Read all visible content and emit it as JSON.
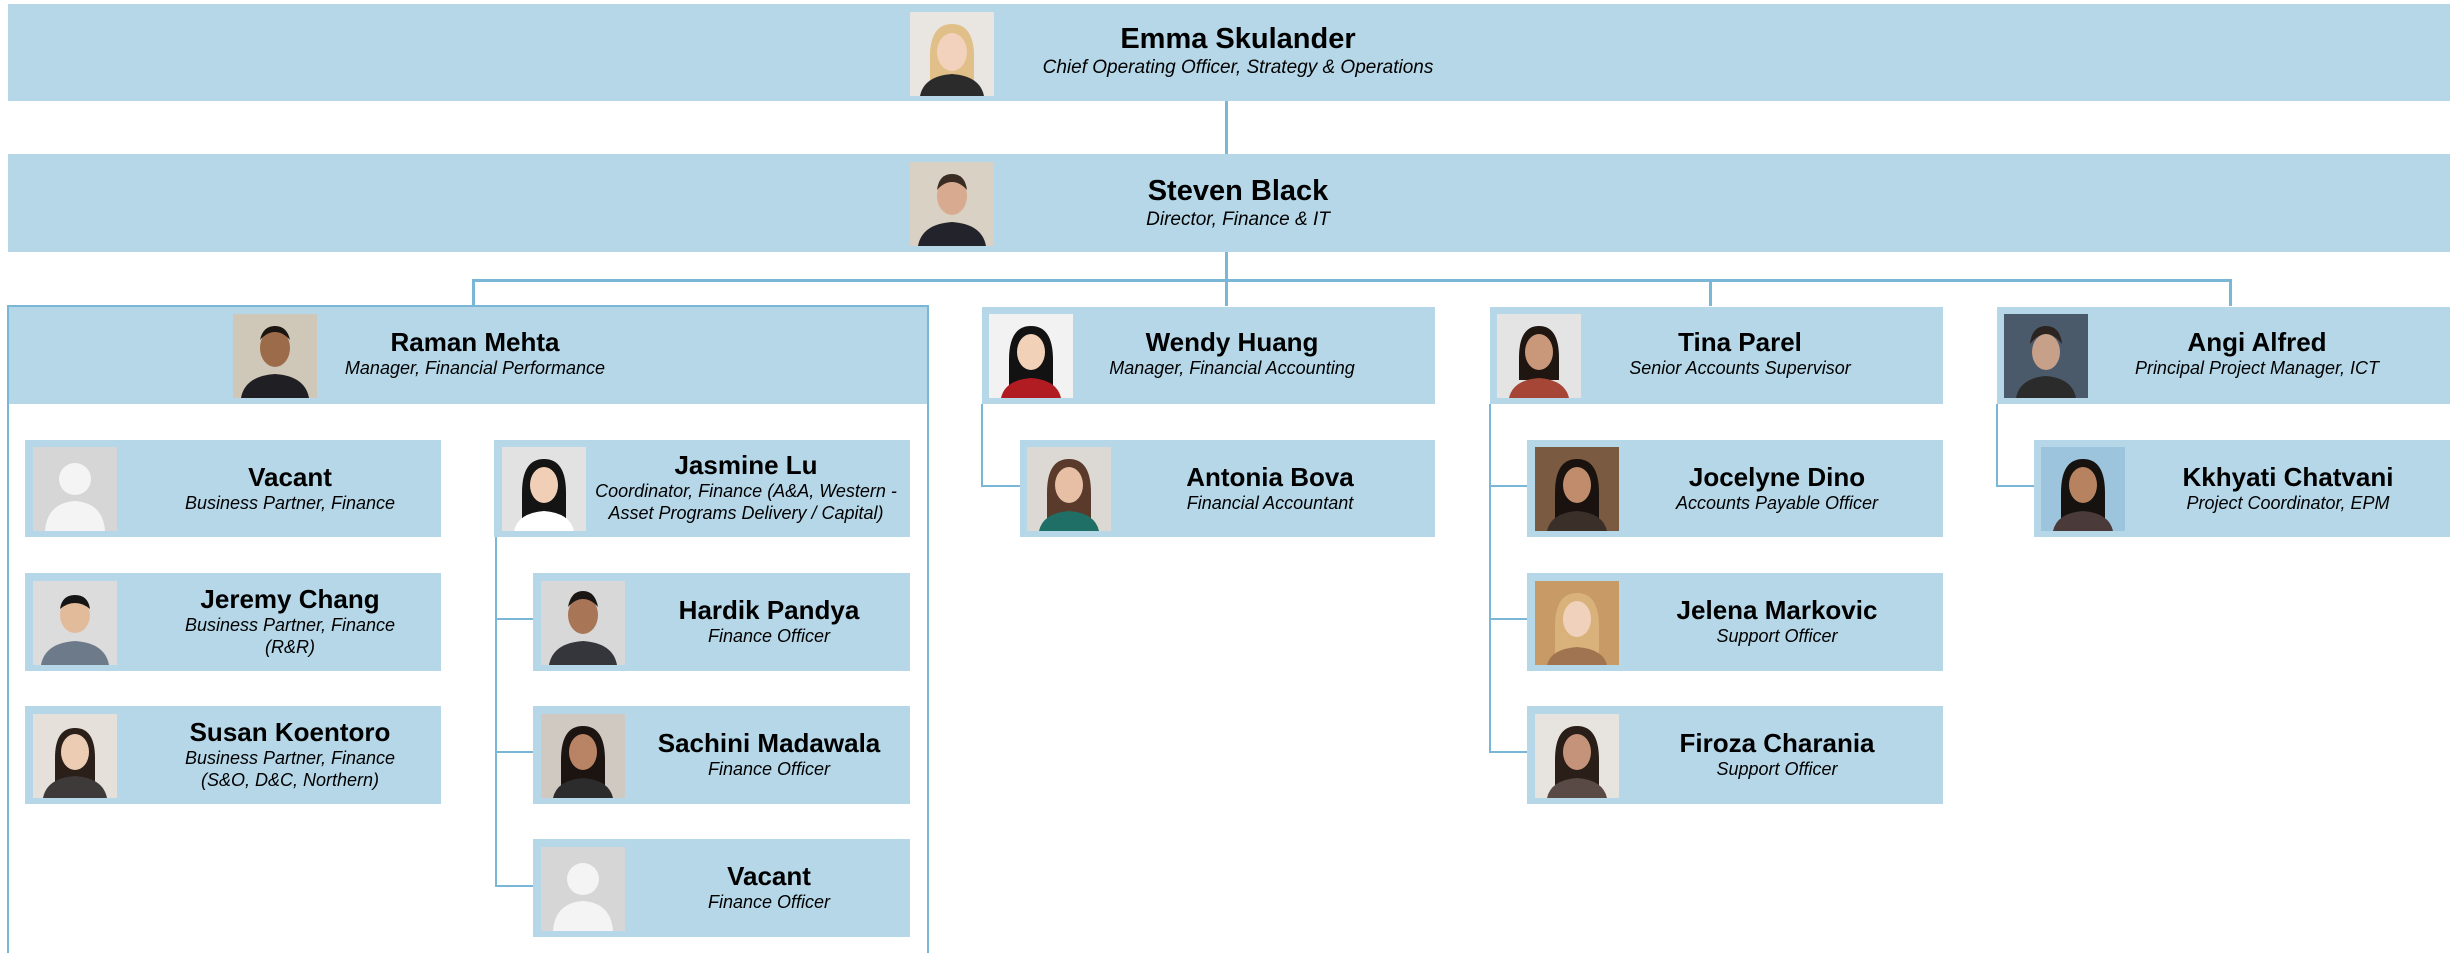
{
  "chart": {
    "top": {
      "name": "Emma Skulander",
      "title": "Chief Operating Officer, Strategy & Operations"
    },
    "director": {
      "name": "Steven Black",
      "title": "Director, Finance & IT"
    },
    "raman": {
      "name": "Raman Mehta",
      "title": "Manager, Financial Performance"
    },
    "vacant_bp": {
      "name": "Vacant",
      "title": "Business Partner, Finance"
    },
    "jeremy": {
      "name": "Jeremy Chang",
      "title_1": "Business Partner, Finance",
      "title_2": "(R&R)"
    },
    "susan": {
      "name": "Susan Koentoro",
      "title_1": "Business Partner, Finance",
      "title_2": "(S&O, D&C, Northern)"
    },
    "jasmine": {
      "name": "Jasmine Lu",
      "title_1": "Coordinator, Finance (A&A, Western -",
      "title_2": "Asset Programs Delivery / Capital)"
    },
    "hardik": {
      "name": "Hardik Pandya",
      "title": "Finance Officer"
    },
    "sachini": {
      "name": "Sachini Madawala",
      "title": "Finance Officer"
    },
    "vacant_fo": {
      "name": "Vacant",
      "title": "Finance Officer"
    },
    "wendy": {
      "name": "Wendy Huang",
      "title": "Manager, Financial Accounting"
    },
    "antonia": {
      "name": "Antonia Bova",
      "title": "Financial Accountant"
    },
    "tina": {
      "name": "Tina Parel",
      "title": "Senior Accounts Supervisor"
    },
    "jocelyne": {
      "name": "Jocelyne Dino",
      "title": "Accounts Payable Officer"
    },
    "jelena": {
      "name": "Jelena Markovic",
      "title": "Support Officer"
    },
    "firoza": {
      "name": "Firoza Charania",
      "title": "Support Officer"
    },
    "angi": {
      "name": "Angi Alfred",
      "title": "Principal Project Manager, ICT"
    },
    "kkhyati": {
      "name": "Kkhyati Chatvani",
      "title": "Project Coordinator, EPM"
    }
  },
  "colors": {
    "box": "#b5d7e8",
    "connector": "#7ab6d6"
  },
  "icons": {
    "person": "person-photo-icon",
    "vacant": "vacant-silhouette-icon"
  }
}
